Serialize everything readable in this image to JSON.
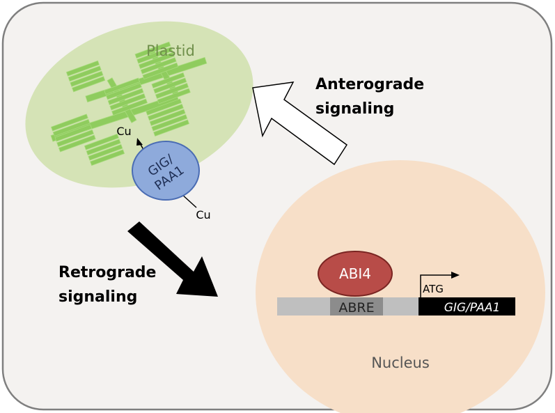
{
  "labels": {
    "plastid": "Plastid",
    "nucleus": "Nucleus",
    "anterograde_line1": "Anterograde",
    "anterograde_line2": "signaling",
    "retrograde_line1": "Retrograde",
    "retrograde_line2": "signaling",
    "cu_top": "Cu",
    "cu_bottom": "Cu",
    "gig_line1": "GIG/",
    "gig_line2": "PAA1",
    "abi4": "ABI4",
    "abre": "ABRE",
    "atg": "ATG",
    "gene": "GIG/PAA1"
  },
  "colors": {
    "frame_fill": "#f4f2f0",
    "frame_stroke": "#7f7f7f",
    "plastid_fill": "#d5e3b6",
    "thylakoid": "#8fcc5e",
    "nucleus_fill": "#f7dfc8",
    "gig_fill": "#8eaadb",
    "gig_stroke": "#4a6cb3",
    "abi4_fill": "#b84c48",
    "abi4_stroke": "#7a2522",
    "dna_bar": "#bfbfbf",
    "abre_box": "#8c8c8c",
    "gene_box": "#000000",
    "arrow_black": "#000000",
    "arrow_white": "#ffffff"
  }
}
